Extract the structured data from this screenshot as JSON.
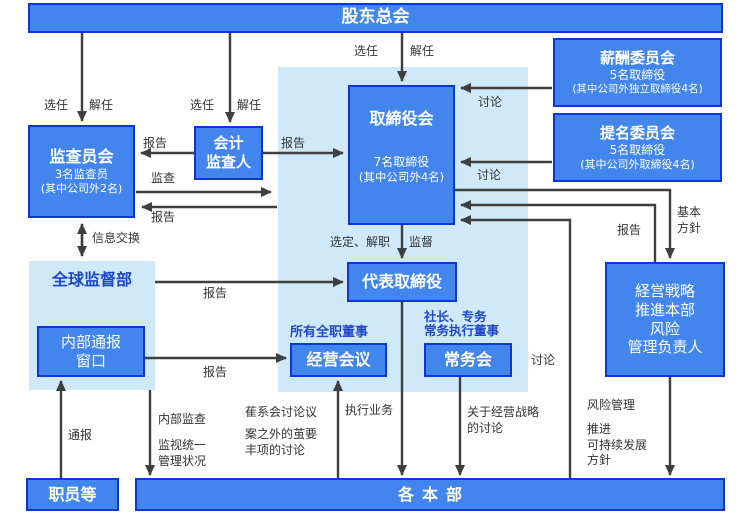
{
  "colors": {
    "box_fill": "#4285ec",
    "box_border": "#0c36d6",
    "panel_fill": "#cfe9f8",
    "arrow": "#3f3f3f",
    "label_text": "#333333",
    "note_blue": "#2149c8",
    "box_text": "#ffffff"
  },
  "nodes": {
    "shareholders_meeting": {
      "label": "股东总会"
    },
    "audit_supervisory_board": {
      "title": "监查员会",
      "line2": "3名监查员",
      "line3": "(其中公司外2名)"
    },
    "accounting_auditor": {
      "line1": "会计",
      "line2": "监查人"
    },
    "board_of_directors": {
      "title": "取締役会",
      "line2": "7名取締役",
      "line3": "(其中公司外4名)"
    },
    "compensation_committee": {
      "title": "薪酬委员会",
      "line2": "5名取締役",
      "line3": "(其中公司外独立取締役4名)"
    },
    "nomination_committee": {
      "title": "提名委员会",
      "line2": "5名取締役",
      "line3": "(其中公司外取締役4名)"
    },
    "representative_director": {
      "label": "代表取締役"
    },
    "management_meeting": {
      "label": "经营会议",
      "note": "所有全职董事"
    },
    "standing_committee": {
      "label": "常务会",
      "note_line1": "社长、专务",
      "note_line2": "常务执行董事"
    },
    "strategy_risk_head": {
      "line1": "経営戦略",
      "line2": "推進本部",
      "line3": "风险",
      "line4": "管理负责人"
    },
    "global_supervision_dept": {
      "label": "全球监督部"
    },
    "internal_reporting_desk": {
      "line1": "内部通报",
      "line2": "窗口"
    },
    "employees": {
      "label": "职员等"
    },
    "divisions": {
      "label": "各本部"
    }
  },
  "edge_labels": {
    "appoint": "选任",
    "dismiss": "解任",
    "report": "报告",
    "audit": "监查",
    "info_exchange": "信息交换",
    "discuss": "讨论",
    "basic_policy_l1": "基本",
    "basic_policy_l2": "方針",
    "select_dismiss": "选定、解职",
    "supervise": "监督",
    "execute_business": "执行业务",
    "meeting_items_l1": "萑系会讨论议",
    "meeting_items_l2": "案之外的茧要",
    "meeting_items_l3": "丰项的讨论",
    "strategy_discuss_l1": "关于经营战略",
    "strategy_discuss_l2": "的讨论",
    "internal_audit": "内部监查",
    "monitor_l1": "监视统一",
    "monitor_l2": "管理状况",
    "notify": "通报",
    "risk_mgmt": "风险管理",
    "promote": "推进",
    "sustainability": "可持续发展",
    "policy": "方針"
  }
}
